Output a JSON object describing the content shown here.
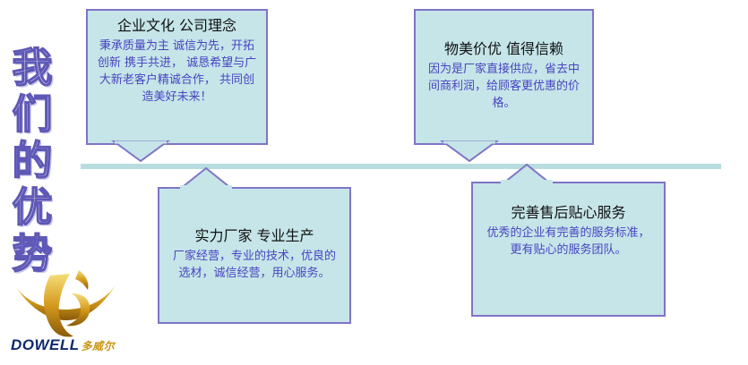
{
  "title_chars": [
    "我",
    "们",
    "的",
    "优",
    "势"
  ],
  "cards": [
    {
      "heading": "企业文化 公司理念",
      "body": "秉承质量为主 诚信为先，开拓创新 携手共进， 诚恳希望与广大新老客户精诚合作， 共同创造美好未来！"
    },
    {
      "heading": "物美价优 值得信赖",
      "body": "因为是厂家直接供应，省去中间商利润，给顾客更优惠的价格。"
    },
    {
      "heading": "实力厂家 专业生产",
      "body": "厂家经营，专业的技术，优良的选材，诚信经营，用心服务。"
    },
    {
      "heading": "完善售后贴心服务",
      "body": "优秀的企业有完善的服务标准，更有贴心的服务团队。"
    }
  ],
  "logo": {
    "name": "DOWELL",
    "cn": "多威尔"
  },
  "colors": {
    "card_fill": "#c5e5e8",
    "card_border": "#7f74c6",
    "body_text": "#4a44c2",
    "timeline": "#b8dde0",
    "title_outline": "#5e58b6"
  }
}
